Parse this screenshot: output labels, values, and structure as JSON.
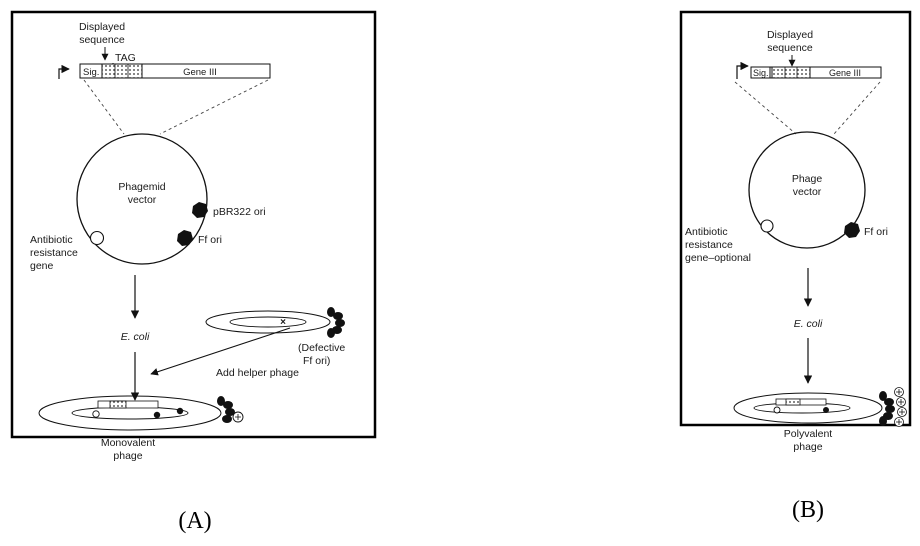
{
  "panel_a": {
    "displayed_sequence": [
      "Displayed",
      "sequence"
    ],
    "tag_label": "TAG",
    "sig_label": "Sig.",
    "gene_label": "Gene III",
    "vector_label": [
      "Phagemid",
      "vector"
    ],
    "pbr_label": "pBR322 ori",
    "ff_label": "Ff ori",
    "antibiotic_label": [
      "Antibiotic",
      "resistance",
      "gene"
    ],
    "ecoli_label": "E. coli",
    "defective_label": [
      "(Defective",
      "Ff ori)"
    ],
    "helper_label": "Add helper phage",
    "result_label": [
      "Monovalent",
      "phage"
    ],
    "caption": "(A)"
  },
  "panel_b": {
    "displayed_sequence": [
      "Displayed",
      "sequence"
    ],
    "sig_label": "Sig.",
    "gene_label": "Gene III",
    "vector_label": [
      "Phage",
      "vector"
    ],
    "ff_label": "Ff ori",
    "antibiotic_label": [
      "Antibiotic",
      "resistance",
      "gene–optional"
    ],
    "ecoli_label": "E. coli",
    "result_label": [
      "Polyvalent",
      "phage"
    ],
    "caption": "(B)"
  }
}
